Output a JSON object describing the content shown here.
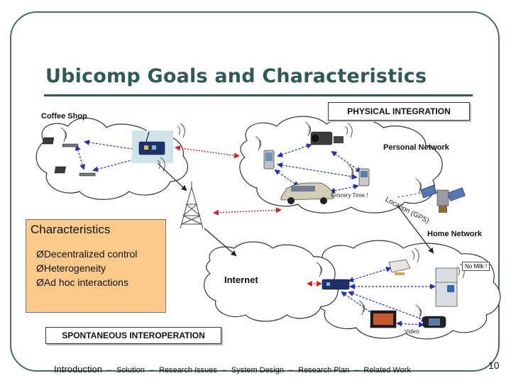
{
  "title": "Ubicomp Goals and Characteristics",
  "physical_integration": "PHYSICAL INTEGRATION",
  "spontaneous_interoperation": "SPONTANEOUS INTEROPERATION",
  "labels": {
    "coffee_shop": "Coffee Shop",
    "personal_network": "Personal Network",
    "home_network": "Home Network",
    "internet": "Internet",
    "grocery_time": "Grocery Time !",
    "location_gps": "Location (GPS)",
    "no_milk": "No Milk !",
    "video": "Video"
  },
  "characteristics": {
    "title": "Characteristics",
    "items": [
      "Decentralized control",
      "Heterogeneity",
      "Ad hoc interactions"
    ]
  },
  "footer": {
    "items": [
      "Introduction",
      "Solution",
      "Research Issues",
      "System Design",
      "Research Plan",
      "Related Work"
    ],
    "separator": "–"
  },
  "page_number": "10",
  "colors": {
    "title": "#2f5a55",
    "characteristics_fill": "#fbc98a",
    "link": "#2233aa",
    "uplink": "#cc2222"
  }
}
